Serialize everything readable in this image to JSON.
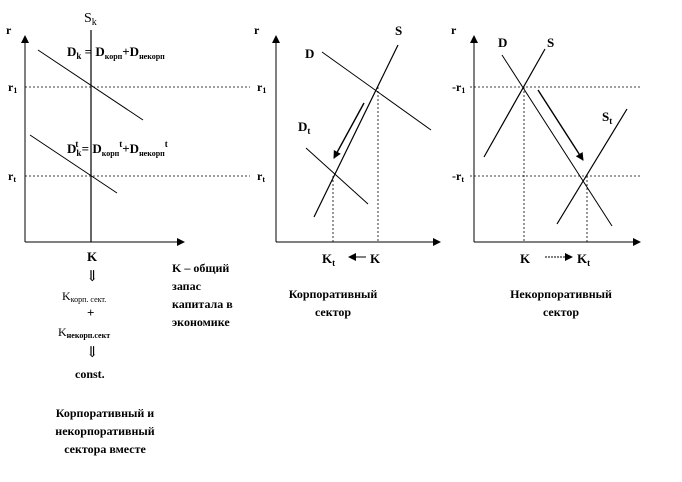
{
  "panel_left": {
    "axis_r": "r",
    "s_label": "S",
    "s_sub": "k",
    "r1": "r",
    "r1_sub": "1",
    "rt": "r",
    "rt_sub": "t",
    "dk_main": "D",
    "dk_sub": "k",
    "dk_eq": " = D",
    "dk_korp": "корп",
    "dk_plus": "+D",
    "dk_nekorp": "некорп",
    "dkt_main": "D",
    "dkt_sub": "k",
    "dkt_sup": "t",
    "dkt_eq": " = D",
    "dkt_korp": "корп",
    "dkt_korp_sup": "t",
    "dkt_plus": "+D",
    "dkt_nekorp": "некорп",
    "dkt_nekorp_sup": "t",
    "k_label": "K",
    "arrow1": "⇓",
    "k_korp_main": "K",
    "k_korp_sub": "корп. сект.",
    "plus": "+",
    "k_nekorp_main": "K",
    "k_nekorp_sub": "некорп.сект",
    "arrow2": "⇓",
    "const": "const.",
    "note": [
      "K – общий",
      "запас",
      "капитала в",
      "экономике"
    ],
    "caption": [
      "Корпоративный и",
      "некорпоративный",
      "сектора вместе"
    ]
  },
  "panel_mid": {
    "axis_r": "r",
    "d_label": "D",
    "s_label": "S",
    "dt_main": "D",
    "dt_sub": "t",
    "r1": "r",
    "r1_sub": "1",
    "rt": "r",
    "rt_sub": "t",
    "kt_main": "K",
    "kt_sub": "t",
    "k_label": "K",
    "caption": [
      "Корпоративный",
      "сектор"
    ]
  },
  "panel_right": {
    "axis_r": "r",
    "d_label": "D",
    "s_label": "S",
    "st_main": "S",
    "st_sub": "t",
    "r1_prefix": "-",
    "r1": "r",
    "r1_sub": "1",
    "rt_prefix": "-",
    "rt": "r",
    "rt_sub": "t",
    "k_label": "K",
    "kt_main": "K",
    "kt_sub": "t",
    "caption": [
      "Некорпоративный",
      "сектор"
    ]
  }
}
